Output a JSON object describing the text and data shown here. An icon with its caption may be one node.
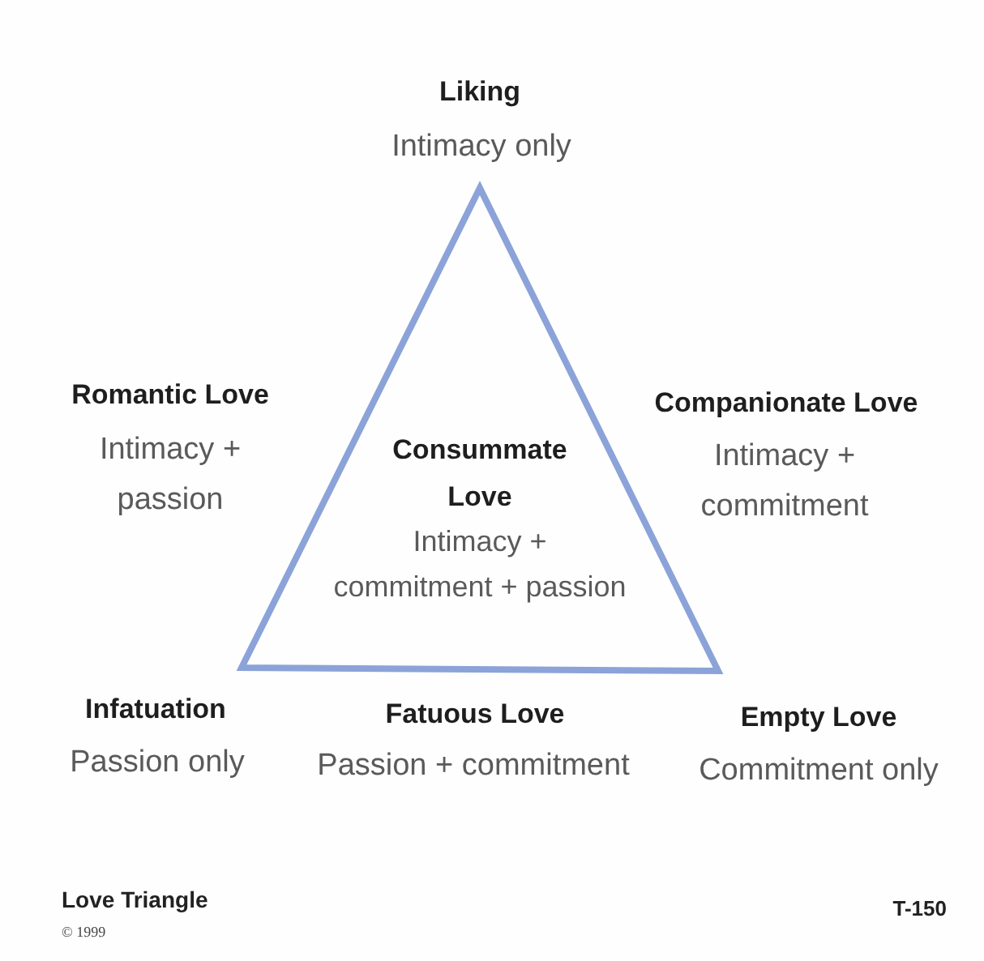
{
  "diagram": {
    "caption": "Love Triangle",
    "nodes": [
      {
        "text": [
          "Consummate Love",
          "Intimacy + commitment + passion"
        ]
      }
    ],
    "labels": [
      "Liking",
      "Intimacy only",
      "Romantic Love",
      "Intimacy + passion",
      "Companionate Love",
      "Intimacy + commitment",
      "Infatuation",
      "Passion only",
      "Fatuous Love",
      "Passion + commitment",
      "Empty Love",
      "Commitment only",
      "T-150",
      "© 1999"
    ]
  }
}
